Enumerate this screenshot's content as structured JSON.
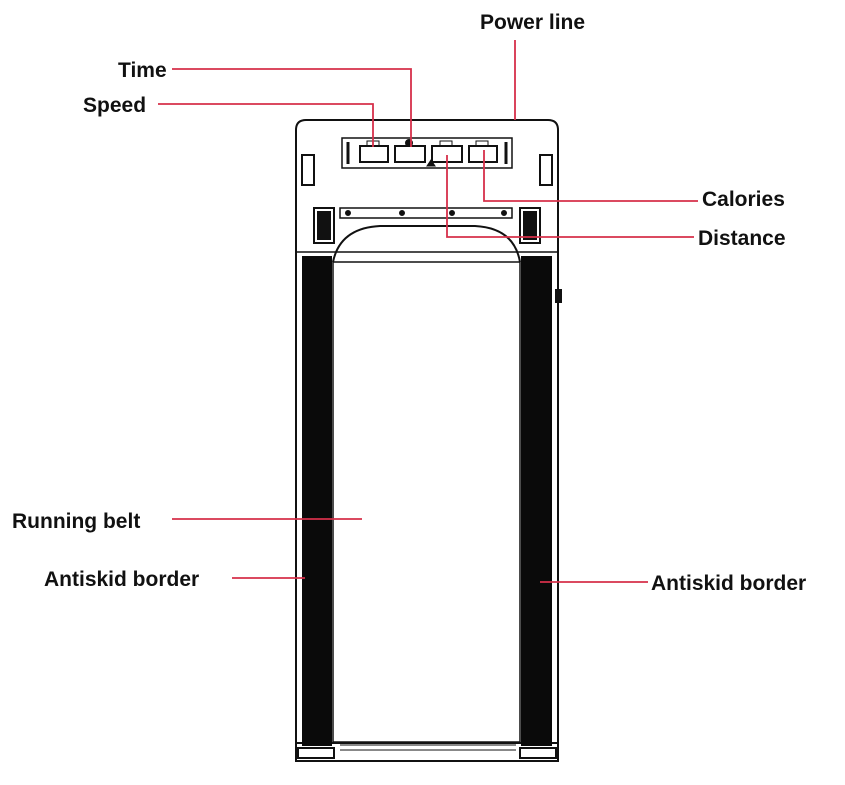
{
  "labels": {
    "power_line": "Power line",
    "time": "Time",
    "speed": "Speed",
    "calories": "Calories",
    "distance": "Distance",
    "running_belt": "Running belt",
    "antiskid_border_left": "Antiskid border",
    "antiskid_border_right": "Antiskid border"
  },
  "colors": {
    "leader_line": "#d6304a",
    "outline": "#111111",
    "border_fill": "#0a0a0a"
  }
}
